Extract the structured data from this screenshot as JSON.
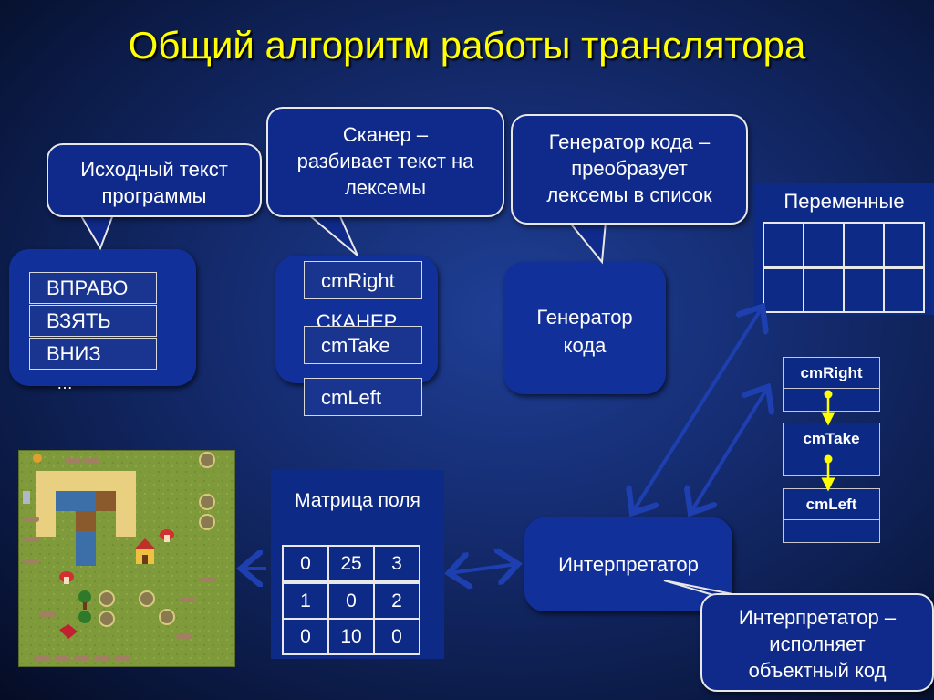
{
  "title": "Общий алгоритм работы транслятора",
  "callouts": {
    "source_text": [
      "Исходный текст",
      "программы"
    ],
    "scanner": [
      "Сканер –",
      "разбивает текст на",
      "лексемы"
    ],
    "generator": [
      "Генератор кода –",
      "преобразует",
      "лексемы в список"
    ],
    "interpreter": [
      "Интерпретатор –",
      "исполняет",
      "объектный код"
    ]
  },
  "source_block": {
    "tokens": [
      "ВПРАВО",
      "ВЗЯТЬ",
      "ВНИЗ"
    ],
    "ellipsis": "…"
  },
  "scanner_block": {
    "label": "СКАНЕР",
    "tokens": [
      "cmRight",
      "cmTake",
      "cmLeft"
    ]
  },
  "generator_block": {
    "label": [
      "Генератор",
      "кода"
    ]
  },
  "interpreter_block": {
    "label": "Интерпретатор"
  },
  "variables": {
    "title": "Переменные"
  },
  "linked_list": {
    "nodes": [
      "cmRight",
      "cmTake",
      "cmLeft"
    ]
  },
  "matrix": {
    "title": "Матрица поля",
    "rows": [
      [
        "0",
        "25",
        "3"
      ],
      [
        "1",
        "0",
        "2"
      ],
      [
        "0",
        "10",
        "0"
      ]
    ]
  },
  "colors": {
    "title": "#ffff00",
    "block": "#12309a",
    "arrow": "#1e3fb0",
    "list_link": "#ffff00"
  }
}
